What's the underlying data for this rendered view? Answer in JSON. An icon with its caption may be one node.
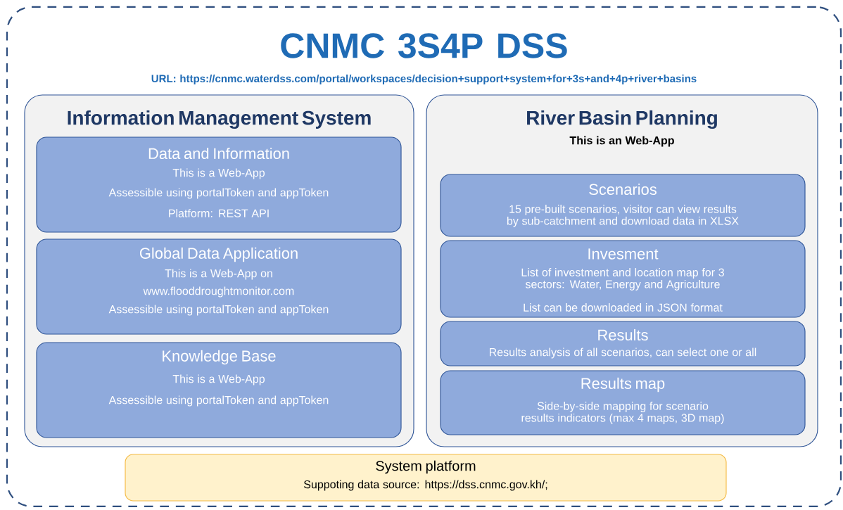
{
  "diagram": {
    "nodes": [
      {
        "text": [
          "CNMC 3S4P DSS",
          "URL: https://cnmc.waterdss.com/portal/workspaces/decision+support+system+for+3s+and+4p+river+basins"
        ]
      },
      {
        "text": [
          "Information Management System"
        ],
        "in": 0
      },
      {
        "text": [
          "Data and Information",
          "This is a Web-App",
          "Assessible using portalToken and appToken",
          "Platform: REST API"
        ],
        "in": 1
      },
      {
        "text": [
          "Global Data Application",
          "This is a Web-App on",
          "www.flooddroughtmonitor.com",
          "Assessible using portalToken and appToken"
        ],
        "in": 1
      },
      {
        "text": [
          "Knowledge Base",
          "This is a Web-App",
          "Assessible using portalToken and appToken"
        ],
        "in": 1
      },
      {
        "text": [
          "River Basin Planning",
          "This is an Web-App"
        ],
        "in": 0
      },
      {
        "text": [
          "Scenarios",
          "15 pre-built scenarios, visitor can view results by sub-catchment and download data in XLSX"
        ],
        "in": 5
      },
      {
        "text": [
          "Invesment",
          "List of investment and location map for 3 sectors: Water, Energy and Agriculture",
          "List can be downloaded in JSON format"
        ],
        "in": 5
      },
      {
        "text": [
          "Results",
          "Results analysis of all scenarios, can select one or all"
        ],
        "in": 5
      },
      {
        "text": [
          "Results map",
          "Side-by-side mapping for scenario results indicators (max 4 maps, 3D map)"
        ],
        "in": 5
      },
      {
        "text": [
          "System platform",
          "Suppoting data source: https://dss.cnmc.gov.kh/;"
        ],
        "in": 0
      }
    ]
  }
}
